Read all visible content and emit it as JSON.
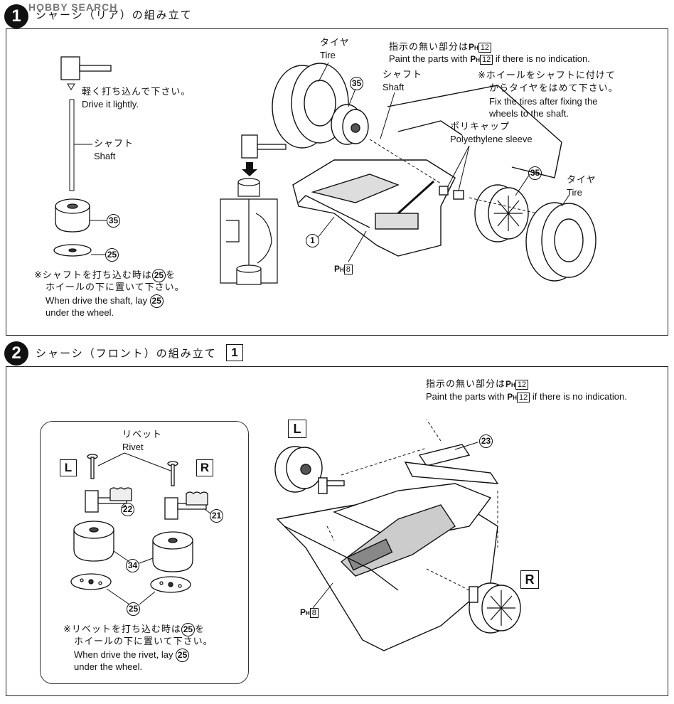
{
  "watermark": "HOBBY SEARCH",
  "step1": {
    "number": "1",
    "title": "シャーシ（リア）の組み立て",
    "paint_note_jp": "指示の無い部分は",
    "paint_note_en_prefix": "Paint the parts with",
    "paint_note_en_suffix": "if there is no indication.",
    "paint_code": "H",
    "paint_num": "12",
    "drive_jp": "軽く打ち込んで下さい。",
    "drive_en": "Drive it lightly.",
    "shaft_jp": "シャフト",
    "shaft_en": "Shaft",
    "part_wheel": "35",
    "part_washer": "25",
    "note_jp_1": "※シャフトを打ち込む時は",
    "note_jp_1b": "を",
    "note_jp_2": "ホイールの下に置いて下さい。",
    "note_en_1": "When drive the shaft, lay",
    "note_en_2": "under the wheel.",
    "tire_jp_left": "タイヤ",
    "tire_en_left": "Tire",
    "shaft_jp_right": "シャフト",
    "shaft_en_right": "Shaft",
    "wheel_note_jp_1": "※ホイールをシャフトに付けて",
    "wheel_note_jp_2": "からタイヤをはめて下さい。",
    "wheel_note_en_1": "Fix the tires after fixing the",
    "wheel_note_en_2": "wheels to the shaft.",
    "poly_jp": "ポリキャップ",
    "poly_en": "Polyethylene sleeve",
    "tire_jp_right": "タイヤ",
    "tire_en_right": "Tire",
    "part_chassis": "1",
    "paint_code_2": "H",
    "paint_num_2": "8"
  },
  "step2": {
    "number": "2",
    "title": "シャーシ（フロント）の組み立て",
    "box_ref": "1",
    "paint_note_jp": "指示の無い部分は",
    "paint_note_en_prefix": "Paint the parts with",
    "paint_note_en_suffix": "if there is no indication.",
    "paint_code": "H",
    "paint_num": "12",
    "rivet_jp": "リベット",
    "rivet_en": "Rivet",
    "left_label": "L",
    "right_label": "R",
    "part_left_arm": "22",
    "part_right_arm": "21",
    "part_wheel": "34",
    "part_washer": "25",
    "note_jp_1": "※リベットを打ち込む時は",
    "note_jp_1b": "を",
    "note_jp_2": "ホイールの下に置いて下さい。",
    "note_en_1": "When drive the rivet, lay",
    "note_en_2": "under the wheel.",
    "part_crossmember": "23",
    "paint_code_2": "H",
    "paint_num_2": "8"
  },
  "colors": {
    "ink": "#111111",
    "paper": "#ffffff",
    "shade": "#b0b0b0"
  }
}
